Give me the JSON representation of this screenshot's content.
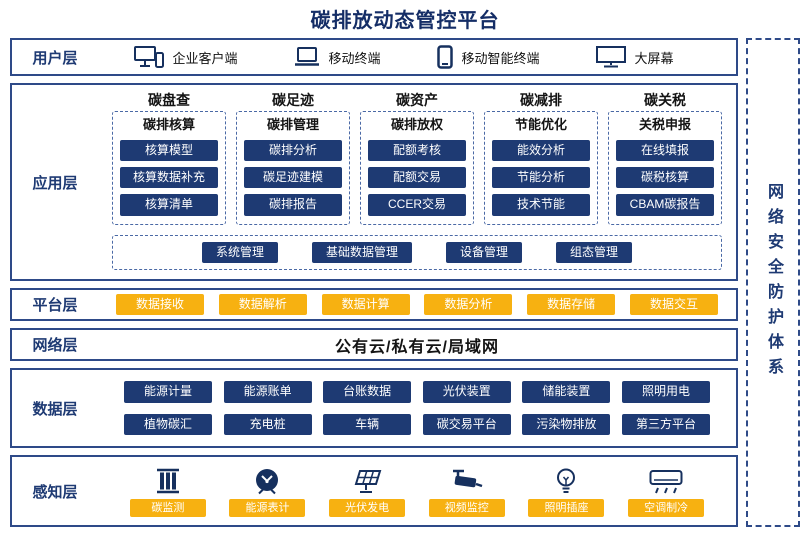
{
  "title": "碳排放动态管控平台",
  "security_bar": "网络安全防护体系",
  "colors": {
    "title": "#142d66",
    "navy": "#1e3a73",
    "yellow": "#f7b111",
    "border": "#2e4a88",
    "dashed": "#4a69a5"
  },
  "layers": {
    "user": {
      "label": "用户层",
      "items": [
        {
          "label": "企业客户端",
          "icon": "desktop-client-icon"
        },
        {
          "label": "移动终端",
          "icon": "laptop-icon"
        },
        {
          "label": "移动智能终端",
          "icon": "smart-mobile-icon"
        },
        {
          "label": "大屏幕",
          "icon": "big-screen-icon"
        }
      ]
    },
    "application": {
      "label": "应用层",
      "columns": [
        {
          "header": "碳盘查",
          "subheader": "碳排核算",
          "items": [
            "核算模型",
            "核算数据补充",
            "核算清单"
          ]
        },
        {
          "header": "碳足迹",
          "subheader": "碳排管理",
          "items": [
            "碳排分析",
            "碳足迹建模",
            "碳排报告"
          ]
        },
        {
          "header": "碳资产",
          "subheader": "碳排放权",
          "items": [
            "配额考核",
            "配额交易",
            "CCER交易"
          ]
        },
        {
          "header": "碳减排",
          "subheader": "节能优化",
          "items": [
            "能效分析",
            "节能分析",
            "技术节能"
          ]
        },
        {
          "header": "碳关税",
          "subheader": "关税申报",
          "items": [
            "在线填报",
            "碳税核算",
            "CBAM碳报告"
          ]
        }
      ],
      "common": [
        "系统管理",
        "基础数据管理",
        "设备管理",
        "组态管理"
      ]
    },
    "platform": {
      "label": "平台层",
      "items": [
        "数据接收",
        "数据解析",
        "数据计算",
        "数据分析",
        "数据存储",
        "数据交互"
      ]
    },
    "network": {
      "label": "网络层",
      "content": "公有云/私有云/局域网"
    },
    "data": {
      "label": "数据层",
      "rows": [
        [
          "能源计量",
          "能源账单",
          "台账数据",
          "光伏装置",
          "储能装置",
          "照明用电"
        ],
        [
          "植物碳汇",
          "充电桩",
          "车辆",
          "碳交易平台",
          "污染物排放",
          "第三方平台"
        ]
      ]
    },
    "perception": {
      "label": "感知层",
      "items": [
        {
          "label": "碳监测",
          "icon": "emission-monitor-icon"
        },
        {
          "label": "能源表计",
          "icon": "energy-meter-icon"
        },
        {
          "label": "光伏发电",
          "icon": "solar-panel-icon"
        },
        {
          "label": "视频监控",
          "icon": "cctv-camera-icon"
        },
        {
          "label": "照明插座",
          "icon": "light-bulb-icon"
        },
        {
          "label": "空调制冷",
          "icon": "air-conditioner-icon"
        }
      ]
    }
  }
}
